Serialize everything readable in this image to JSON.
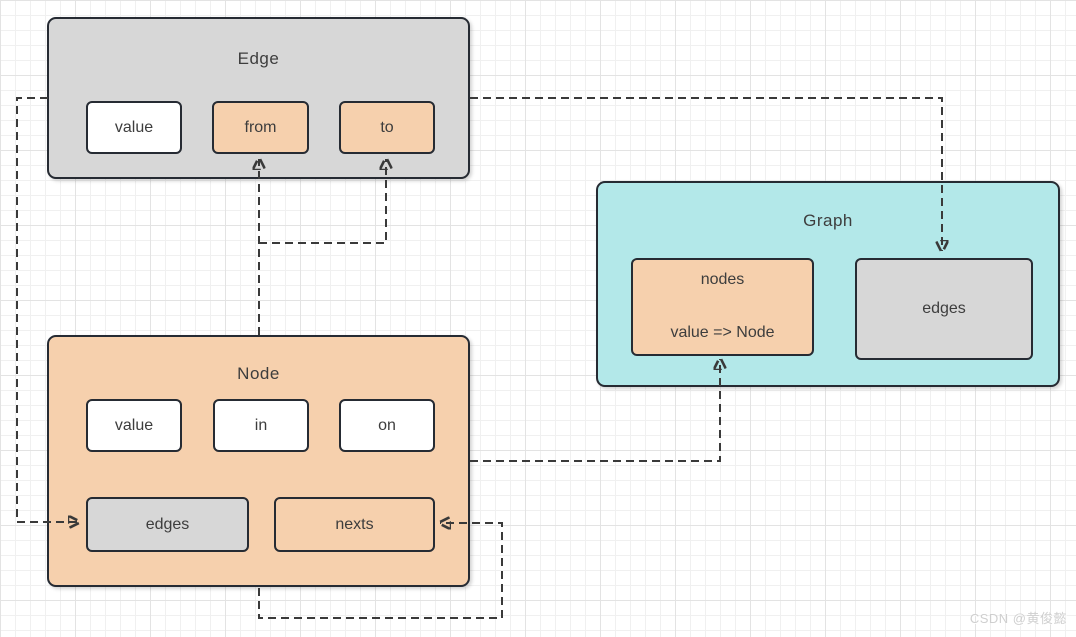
{
  "diagram": {
    "edge": {
      "title": "Edge",
      "fields": {
        "value": "value",
        "from": "from",
        "to": "to"
      }
    },
    "node": {
      "title": "Node",
      "fields": {
        "value": "value",
        "in": "in",
        "on": "on",
        "edges": "edges",
        "nexts": "nexts"
      }
    },
    "graph": {
      "title": "Graph",
      "fields": {
        "nodes": {
          "line1": "nodes",
          "line2": "value => Node"
        },
        "edges": "edges"
      }
    },
    "connectors": [
      "edge-left-to-node-edges",
      "node-top-to-edge-from",
      "node-branch-to-edge-to",
      "edge-right-to-graph-edges",
      "node-right-to-graph-nodes",
      "node-bottom-to-node-nexts"
    ],
    "colors": {
      "gray_fill": "#d7d7d7",
      "orange_fill": "#f6d0ad",
      "teal_fill": "#b3e8e9",
      "white_fill": "#ffffff",
      "stroke": "#262b33",
      "connector": "#3a3a3a",
      "grid_line": "#f0f0f0"
    }
  },
  "watermark": "CSDN @黄俊懿"
}
